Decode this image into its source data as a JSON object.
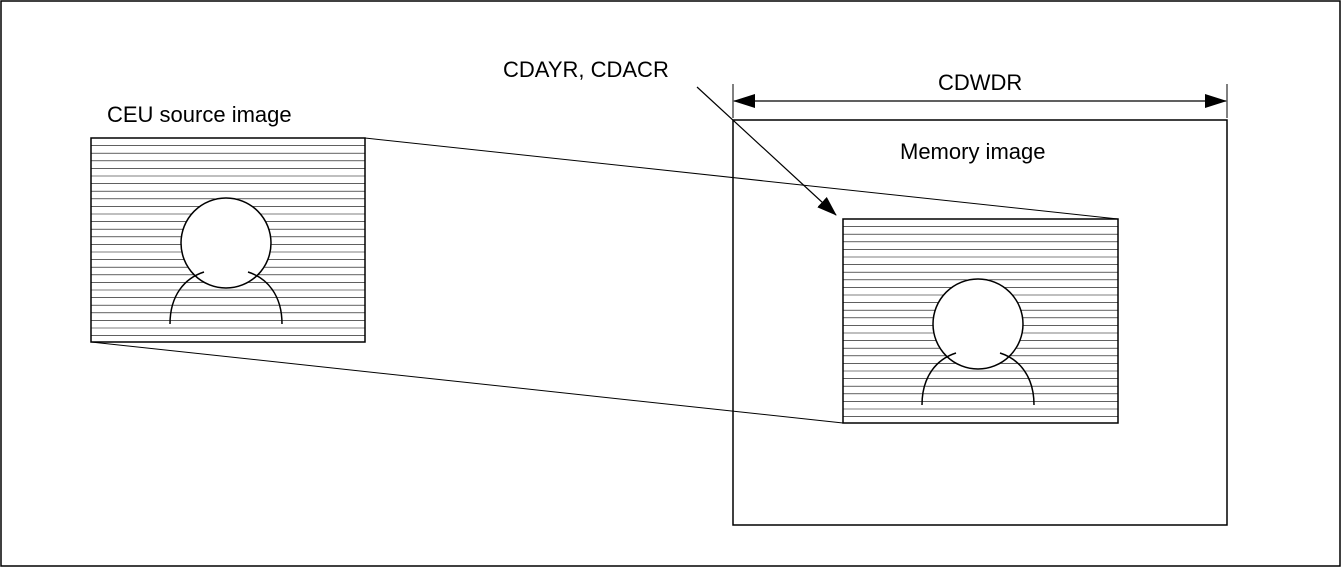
{
  "labels": {
    "source": "CEU source image",
    "memory": "Memory image",
    "width_register": "CDWDR",
    "address_registers": "CDAYR, CDACR"
  },
  "colors": {
    "stroke": "#000000",
    "background": "#ffffff"
  }
}
